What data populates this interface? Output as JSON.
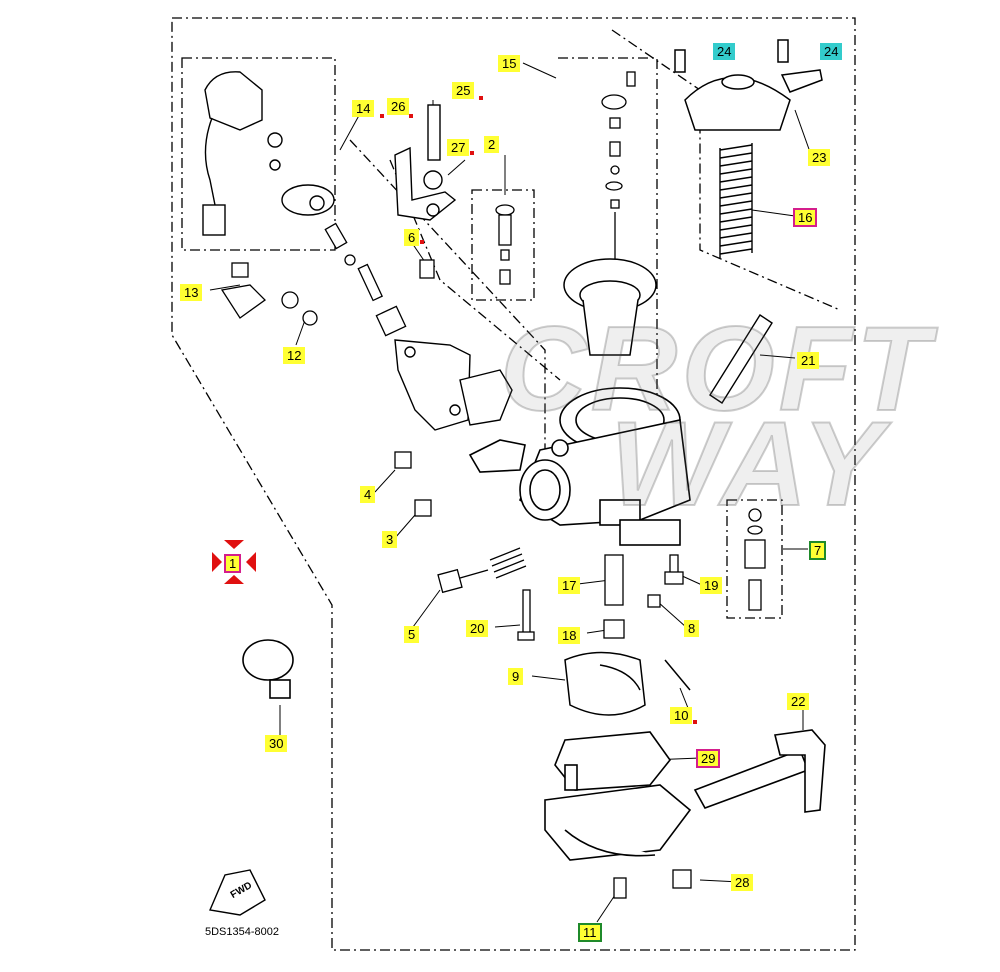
{
  "diagram": {
    "watermark_line1": "CROFT",
    "watermark_line2": "WAY",
    "fwd_label": "FWD",
    "part_code": "5DS1354-8002"
  },
  "callouts": [
    {
      "id": "c1",
      "label": "1",
      "style": "pink"
    },
    {
      "id": "c2",
      "label": "2",
      "style": "plain-yellow"
    },
    {
      "id": "c3",
      "label": "3",
      "style": "yellow"
    },
    {
      "id": "c4",
      "label": "4",
      "style": "yellow"
    },
    {
      "id": "c5",
      "label": "5",
      "style": "yellow"
    },
    {
      "id": "c6",
      "label": "6",
      "style": "yellow"
    },
    {
      "id": "c7",
      "label": "7",
      "style": "green"
    },
    {
      "id": "c8",
      "label": "8",
      "style": "yellow"
    },
    {
      "id": "c9",
      "label": "9",
      "style": "yellow"
    },
    {
      "id": "c10",
      "label": "10",
      "style": "yellow"
    },
    {
      "id": "c11",
      "label": "11",
      "style": "green"
    },
    {
      "id": "c12",
      "label": "12",
      "style": "yellow"
    },
    {
      "id": "c13",
      "label": "13",
      "style": "yellow"
    },
    {
      "id": "c14",
      "label": "14",
      "style": "yellow"
    },
    {
      "id": "c15",
      "label": "15",
      "style": "yellow"
    },
    {
      "id": "c16",
      "label": "16",
      "style": "pink"
    },
    {
      "id": "c17",
      "label": "17",
      "style": "yellow"
    },
    {
      "id": "c18",
      "label": "18",
      "style": "yellow"
    },
    {
      "id": "c19",
      "label": "19",
      "style": "yellow"
    },
    {
      "id": "c20",
      "label": "20",
      "style": "yellow"
    },
    {
      "id": "c21",
      "label": "21",
      "style": "yellow"
    },
    {
      "id": "c22",
      "label": "22",
      "style": "yellow"
    },
    {
      "id": "c23",
      "label": "23",
      "style": "yellow"
    },
    {
      "id": "c24a",
      "label": "24",
      "style": "cyan"
    },
    {
      "id": "c24b",
      "label": "24",
      "style": "cyan"
    },
    {
      "id": "c25",
      "label": "25",
      "style": "yellow"
    },
    {
      "id": "c26",
      "label": "26",
      "style": "yellow"
    },
    {
      "id": "c27",
      "label": "27",
      "style": "yellow"
    },
    {
      "id": "c28",
      "label": "28",
      "style": "yellow"
    },
    {
      "id": "c29",
      "label": "29",
      "style": "pink"
    },
    {
      "id": "c30",
      "label": "30",
      "style": "yellow"
    }
  ],
  "colors": {
    "callout_yellow": "#ffff33",
    "callout_cyan": "#33cccc",
    "outline_pink": "#d41e8c",
    "outline_green": "#1f8a2a",
    "marker_red": "#e01010"
  }
}
